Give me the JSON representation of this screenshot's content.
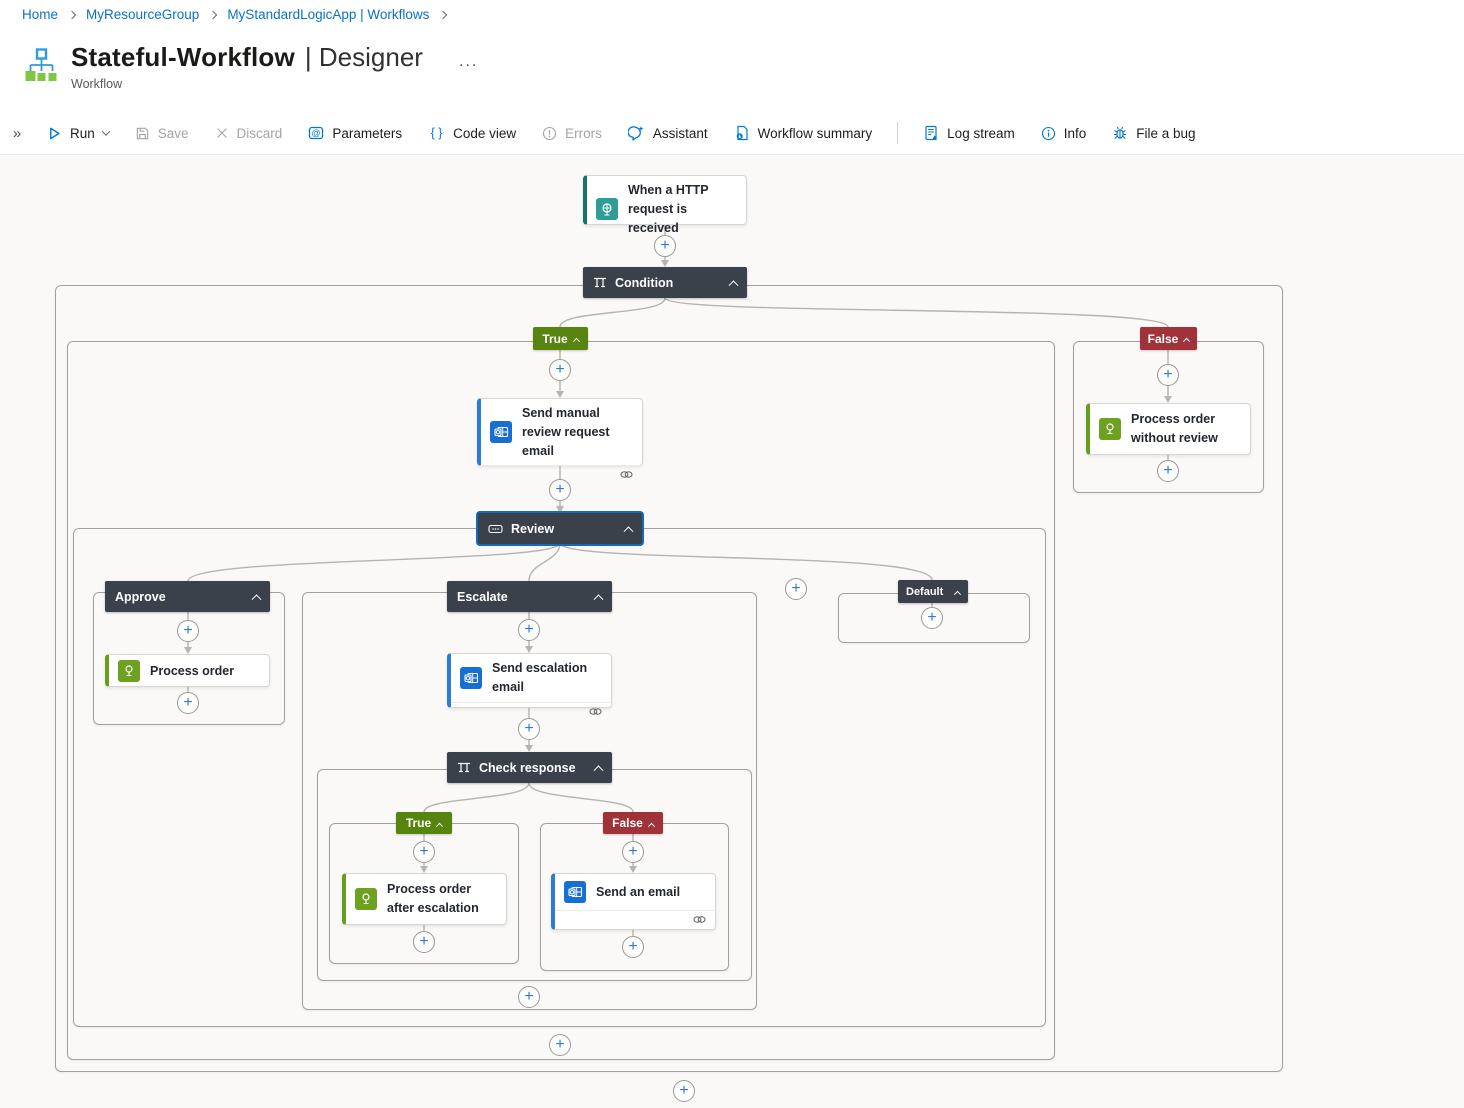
{
  "breadcrumb": {
    "items": [
      "Home",
      "MyResourceGroup",
      "MyStandardLogicApp | Workflows"
    ]
  },
  "header": {
    "title": "Stateful-Workflow",
    "view": "| Designer",
    "more": "...",
    "subtitle": "Workflow"
  },
  "toolbar": {
    "items": [
      {
        "label": "Run",
        "enabled": true
      },
      {
        "label": "Save",
        "enabled": false
      },
      {
        "label": "Discard",
        "enabled": false
      },
      {
        "label": "Parameters",
        "enabled": true
      },
      {
        "label": "Code view",
        "enabled": true
      },
      {
        "label": "Errors",
        "enabled": false
      },
      {
        "label": "Assistant",
        "enabled": true
      },
      {
        "label": "Workflow summary",
        "enabled": true
      },
      {
        "label": "Log stream",
        "enabled": true
      },
      {
        "label": "Info",
        "enabled": true
      },
      {
        "label": "File a bug",
        "enabled": true
      }
    ]
  },
  "workflow": {
    "trigger_label": "When a HTTP request is received",
    "condition_label": "Condition",
    "true_label": "True",
    "false_label": "False",
    "send_manual_review_label": "Send manual review request email",
    "review_label": "Review",
    "approve_label": "Approve",
    "process_order_label": "Process order",
    "escalate_label": "Escalate",
    "send_escalation_label": "Send escalation email",
    "check_response_label": "Check response",
    "check_true_label": "True",
    "check_false_label": "False",
    "process_after_label": "Process order after escalation",
    "send_email_label": "Send an email",
    "default_label": "Default",
    "process_without_label": "Process order without review"
  },
  "colors": {
    "accent_blue": "#0f6cbd",
    "true_green": "#57830f",
    "false_red": "#a0323a",
    "scope_header": "#3a414b",
    "trigger_teal": "#2f9c96",
    "outlook_blue": "#176fd4",
    "action_green": "#6da11f",
    "connector_gray": "#b6b3b0"
  }
}
